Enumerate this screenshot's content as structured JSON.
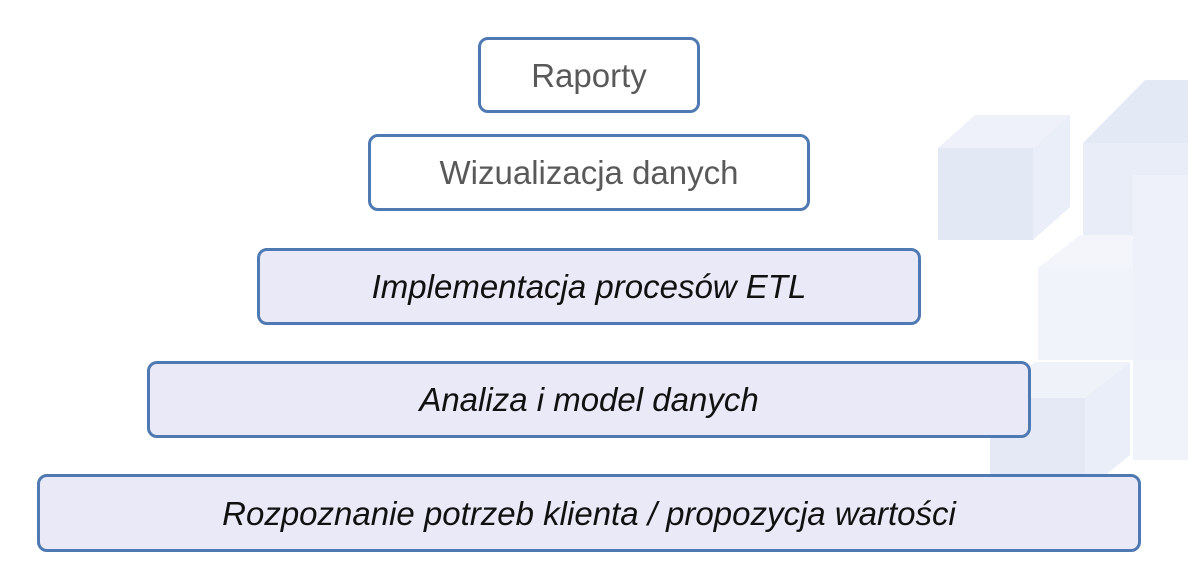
{
  "pyramid": {
    "layers": [
      {
        "label": "Raporty",
        "style": "plain"
      },
      {
        "label": "Wizualizacja danych",
        "style": "plain"
      },
      {
        "label": "Implementacja procesów ETL",
        "style": "filled"
      },
      {
        "label": "Analiza i model danych",
        "style": "filled"
      },
      {
        "label": "Rozpoznanie potrzeb klienta / propozycja wartości",
        "style": "filled"
      }
    ]
  },
  "colors": {
    "border": "#4f79b3",
    "filled_background": "#e9e9f7",
    "plain_text": "#595959",
    "filled_text": "#111111",
    "decor_cube": "#e6ebf6"
  }
}
